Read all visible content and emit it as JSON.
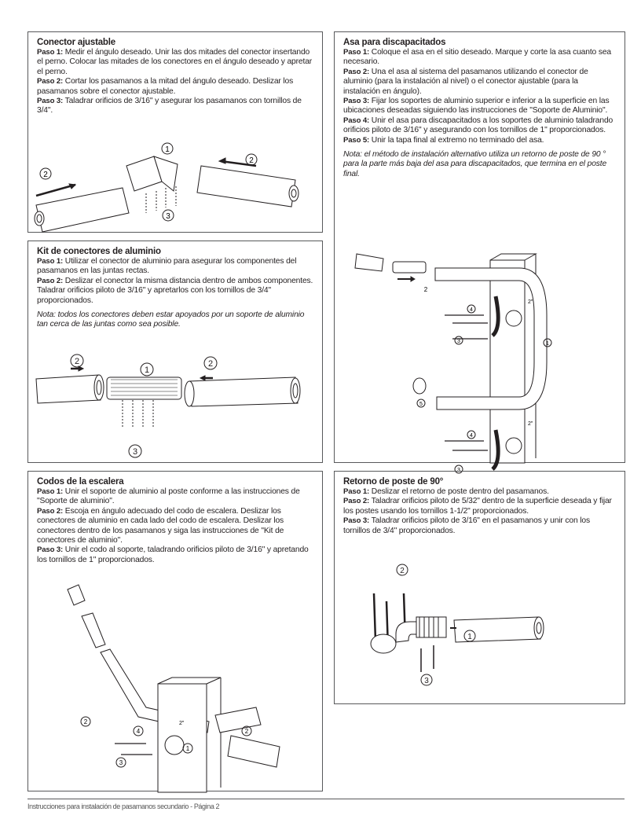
{
  "sections": {
    "conector": {
      "title": "Conector ajustable",
      "steps": [
        {
          "label": "Paso 1:",
          "text": " Medir el ángulo deseado. Unir las dos mitades del conector insertando el perno. Colocar las mitades de los conectores en el ángulo deseado y apretar el perno."
        },
        {
          "label": "Paso 2:",
          "text": " Cortar los pasamanos a la mitad del ángulo deseado. Deslizar los pasamanos sobre el conector ajustable."
        },
        {
          "label": "Paso 3:",
          "text": " Taladrar orificios de 3/16\" y asegurar los pasamanos con tornillos de 3/4\"."
        }
      ],
      "callouts": [
        "1",
        "2",
        "2",
        "3"
      ]
    },
    "kit": {
      "title": "Kit de conectores de aluminio",
      "steps": [
        {
          "label": "Paso 1:",
          "text": " Utilizar el conector de aluminio para asegurar los componentes del pasamanos en las juntas rectas."
        },
        {
          "label": "Paso 2:",
          "text": " Deslizar el conector la misma distancia dentro de ambos componentes. Taladrar orificios piloto de 3/16\" y apretarlos con los tornillos de 3/4\" proporcionados."
        }
      ],
      "note": "Nota: todos los conectores deben estar apoyados por un soporte de aluminio tan cerca de las juntas como sea posible.",
      "callouts": [
        "2",
        "1",
        "2",
        "3"
      ]
    },
    "codos": {
      "title": "Codos de la escalera",
      "steps": [
        {
          "label": "Paso 1:",
          "text": " Unir el soporte de aluminio al poste conforme a las instrucciones de \"Soporte de aluminio\"."
        },
        {
          "label": "Paso 2:",
          "text": " Escoja en ángulo adecuado del codo de escalera. Deslizar los conectores de aluminio en cada lado del codo de escalera. Deslizar los conectores dentro de los pasamanos y siga las instrucciones de \"Kit de conectores de aluminio\"."
        },
        {
          "label": "Paso 3:",
          "text": " Unir el codo al soporte, taladrando orificios piloto de 3/16\" y apretando los tornillos de 1\" proporcionados."
        }
      ],
      "callouts": [
        "2",
        "4",
        "2\"",
        "1",
        "3",
        "2"
      ]
    },
    "asa": {
      "title": "Asa para discapacitados",
      "steps": [
        {
          "label": "Paso 1:",
          "text": " Coloque el asa en el sitio deseado. Marque y corte la asa cuanto sea necesario."
        },
        {
          "label": "Paso 2:",
          "text": " Una el asa al sistema del pasamanos utilizando el conector de aluminio (para la instalación al nivel) o el conector ajustable (para la instalación en ángulo)."
        },
        {
          "label": "Paso 3:",
          "text": " Fijar los soportes de aluminio superior e inferior a la superficie en las ubicaciones deseadas siguiendo las instrucciones de \"Soporte de Aluminio\"."
        },
        {
          "label": "Paso 4:",
          "text": " Unir el asa para discapacitados a los soportes de aluminio taladrando orificios piloto de 3/16\" y asegurando con los tornillos de 1\" proporcionados."
        },
        {
          "label": "Paso 5:",
          "text": " Unir la tapa final al extremo no terminado del asa."
        }
      ],
      "note": "Nota: el método de instalación alternativo utiliza un retorno de poste de 90 ° para la parte más baja del asa para discapacitados, que termina en el poste final.",
      "callouts": [
        "2",
        "4",
        "2\"",
        "3",
        "1",
        "5",
        "4",
        "2\"",
        "3"
      ]
    },
    "retorno": {
      "title": "Retorno de poste de 90°",
      "steps": [
        {
          "label": "Paso 1:",
          "text": " Deslizar el retorno de poste dentro del pasamanos."
        },
        {
          "label": "Paso 2:",
          "text": " Taladrar orificios piloto de 5/32\" dentro de la superficie deseada y fijar los postes usando los tornillos 1-1/2\" proporcionados."
        },
        {
          "label": "Paso 3:",
          "text": " Taladrar orificios piloto de 3/16\" en el pasamanos y unir con los tornillos de 3/4\" proporcionados."
        }
      ],
      "callouts": [
        "2",
        "1",
        "3"
      ]
    }
  },
  "footer": "Instrucciones para instalación de pasamanos secundario - Página 2"
}
